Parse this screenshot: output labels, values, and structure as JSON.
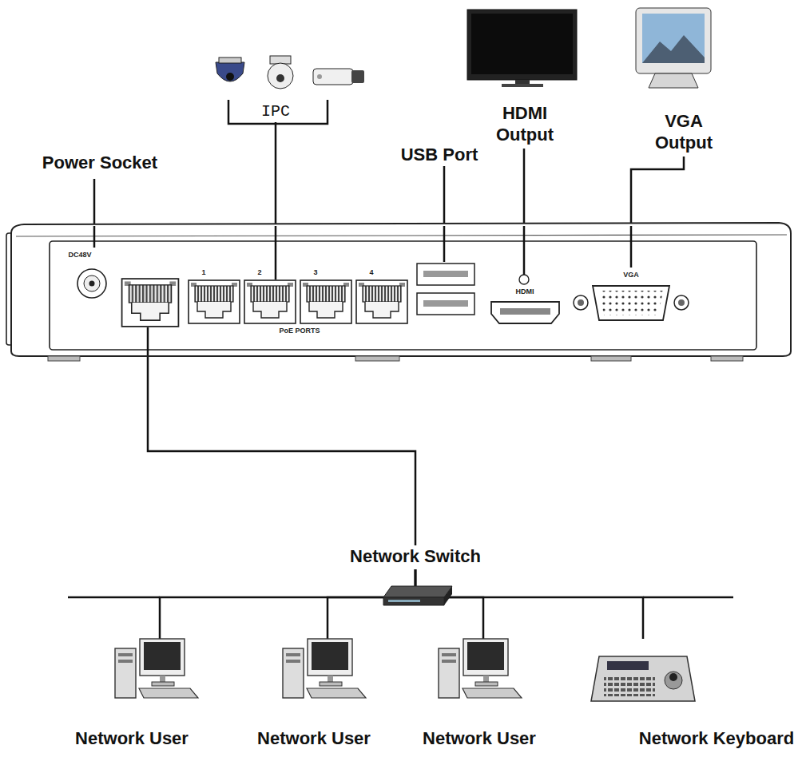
{
  "diagram": {
    "nodes": [
      {
        "text": [
          "IPC"
        ]
      },
      {
        "text": [
          "HDMI Output"
        ]
      },
      {
        "text": [
          "VGA Output"
        ]
      },
      {
        "text": [
          "USB Port"
        ]
      },
      {
        "text": [
          "Power Socket"
        ]
      },
      {
        "text": [
          "DC48V",
          "1",
          "2",
          "3",
          "4",
          "PoE PORTS",
          "HDMI",
          "VGA"
        ]
      },
      {
        "text": [
          "Network Switch"
        ]
      },
      {
        "text": [
          "Network User"
        ]
      },
      {
        "text": [
          "Network User"
        ]
      },
      {
        "text": [
          "Network User"
        ]
      },
      {
        "text": [
          "Network Keyboard"
        ]
      }
    ],
    "edges": [
      {
        "from": 0,
        "to": 5,
        "arrow": "none"
      },
      {
        "from": 1,
        "to": 5,
        "arrow": "none"
      },
      {
        "from": 2,
        "to": 5,
        "arrow": "none"
      },
      {
        "from": 3,
        "to": 5,
        "arrow": "none"
      },
      {
        "from": 4,
        "to": 5,
        "arrow": "none"
      },
      {
        "from": 5,
        "to": 6,
        "arrow": "none"
      },
      {
        "from": 6,
        "to": 7,
        "arrow": "none"
      },
      {
        "from": 6,
        "to": 8,
        "arrow": "none"
      },
      {
        "from": 6,
        "to": 9,
        "arrow": "none"
      },
      {
        "from": 6,
        "to": 10,
        "arrow": "none"
      }
    ]
  }
}
